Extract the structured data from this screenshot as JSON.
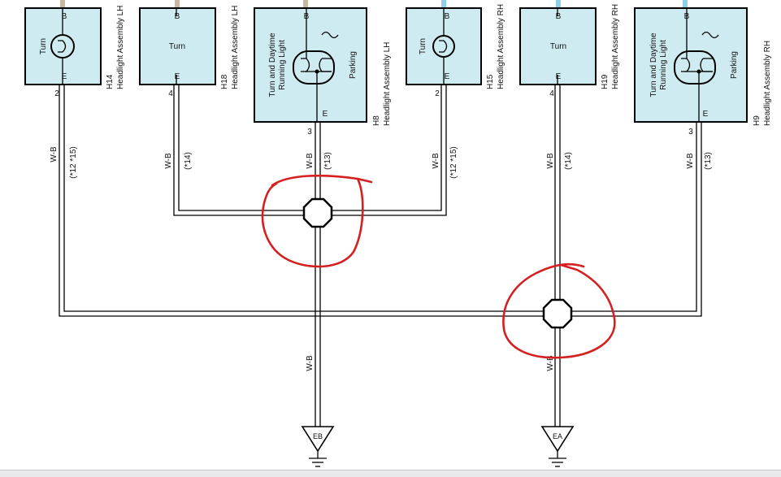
{
  "colors": {
    "box_fill": "#cdebf1",
    "wire": "#000000",
    "annotation": "#d42020",
    "stub_left": "#c8b8a0",
    "stub_right": "#8fd0e8",
    "background": "#ffffff"
  },
  "pin_B": "B",
  "pin_E": "E",
  "components": {
    "h14": {
      "code": "H14",
      "name": "Headlight Assembly LH",
      "function": "Turn",
      "pin_number": "2",
      "wire_color": "W-B",
      "note": "(*12 *15)"
    },
    "h18": {
      "code": "H18",
      "name": "Headlight Assembly LH",
      "function": "Turn",
      "pin_number": "4",
      "wire_color": "W-B",
      "note": "(*14)"
    },
    "h8": {
      "code": "H8",
      "name": "Headlight Assembly LH",
      "function_line1": "Turn and Daytime",
      "function_line2": "Running Light",
      "function_right": "Parking",
      "pin_number": "3",
      "wire_color": "W-B",
      "note": "(*13)"
    },
    "h15": {
      "code": "H15",
      "name": "Headlight Assembly RH",
      "function": "Turn",
      "pin_number": "2",
      "wire_color": "W-B",
      "note": "(*12 *15)"
    },
    "h19": {
      "code": "H19",
      "name": "Headlight Assembly RH",
      "function": "Turn",
      "pin_number": "4",
      "wire_color": "W-B",
      "note": "(*14)"
    },
    "h9": {
      "code": "H9",
      "name": "Headlight Assembly RH",
      "function_line1": "Turn and Daytime",
      "function_line2": "Running Light",
      "function_right": "Parking",
      "pin_number": "3",
      "wire_color": "W-B",
      "note": "(*13)"
    }
  },
  "ground_wires": {
    "eb": {
      "wire_color": "W-B"
    },
    "ea": {
      "wire_color": "W-B"
    }
  },
  "grounds": {
    "eb": "EB",
    "ea": "EA"
  },
  "annotations": [
    {
      "label": "red-circle-left-splice"
    },
    {
      "label": "red-circle-right-splice"
    }
  ]
}
